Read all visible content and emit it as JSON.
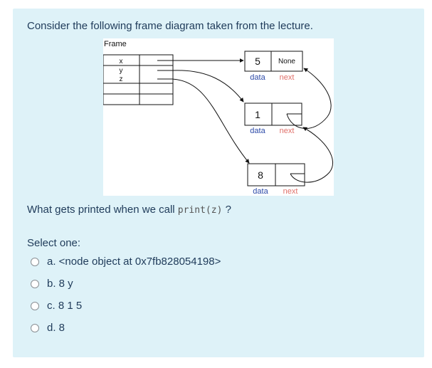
{
  "intro_text": "Consider the following frame diagram taken from the lecture.",
  "diagram": {
    "frame_label": "Frame",
    "variables": [
      "x",
      "y",
      "z"
    ],
    "nodes": [
      {
        "value": "5",
        "next_text": "None"
      },
      {
        "value": "1",
        "next_text": ""
      },
      {
        "value": "8",
        "next_text": ""
      }
    ],
    "data_label": "data",
    "next_label": "next",
    "colors": {
      "data_label": "#2c4aa8",
      "next_label": "#e0706a"
    }
  },
  "question": {
    "prefix": "What gets printed when we call",
    "code": "print(z)",
    "suffix": "?"
  },
  "select_label": "Select one:",
  "options": [
    {
      "label": "a. <node object at 0x7fb828054198>"
    },
    {
      "label": "b. 8 y"
    },
    {
      "label": "c. 8 1 5"
    },
    {
      "label": "d. 8"
    }
  ]
}
